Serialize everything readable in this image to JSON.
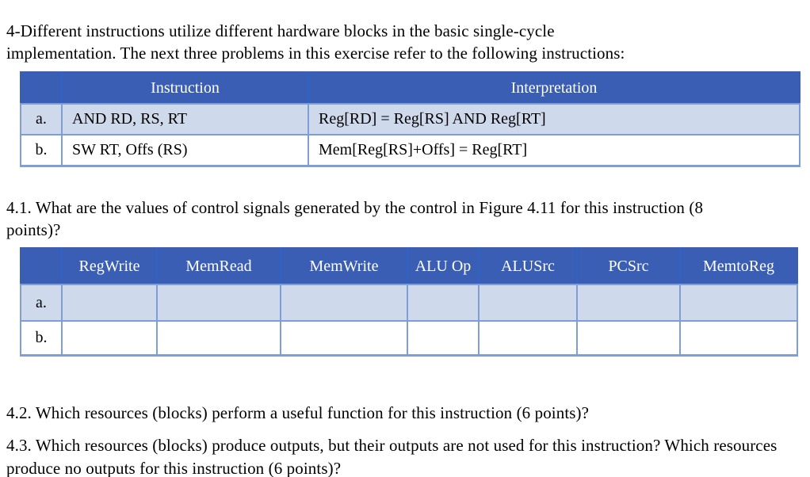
{
  "intro_text": "4-Different instructions utilize different hardware blocks in the basic single-cycle implementation. The next three problems in this exercise refer to the following instructions:",
  "questions": {
    "q41": "4.1. What are the values of control signals generated by the control in Figure 4.11 for this instruction (8 points)?",
    "q42": "4.2. Which resources (blocks) perform a useful function for this instruction (6 points)?",
    "q43": "4.3. Which resources (blocks) produce outputs, but their outputs are not used for this instruction? Which resources produce no outputs for this instruction (6 points)?"
  },
  "instruction_table": {
    "headers": [
      "",
      "Instruction",
      "Interpretation"
    ],
    "rows": [
      {
        "label": "a.",
        "instruction": "AND RD, RS, RT",
        "interpretation": "Reg[RD] = Reg[RS] AND Reg[RT]"
      },
      {
        "label": "b.",
        "instruction": "SW RT, Offs (RS)",
        "interpretation": "Mem[Reg[RS]+Offs] = Reg[RT]"
      }
    ]
  },
  "signal_table": {
    "headers": [
      "",
      "RegWrite",
      "MemRead",
      "MemWrite",
      "ALU Op",
      "ALUSrc",
      "PCSrc",
      "MemtoReg"
    ],
    "rows": [
      {
        "label": "a.",
        "values": [
          "",
          "",
          "",
          "",
          "",
          "",
          ""
        ]
      },
      {
        "label": "b.",
        "values": [
          "",
          "",
          "",
          "",
          "",
          "",
          ""
        ]
      }
    ]
  },
  "colors": {
    "header_bg": "#3A5EB4",
    "header_divider": "#2E64C8",
    "banded_row_bg": "#CFD9EC",
    "table_border": "#7F9ED6",
    "text": "#000000",
    "background": "#ffffff"
  }
}
